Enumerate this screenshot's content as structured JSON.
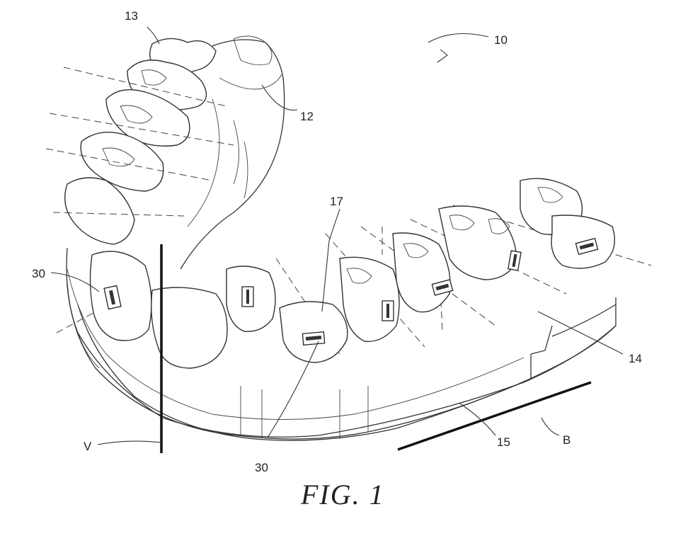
{
  "figure": {
    "caption": "FIG. 1",
    "labels": {
      "ref_10": "10",
      "ref_12": "12",
      "ref_13": "13",
      "ref_14": "14",
      "ref_15": "15",
      "ref_17": "17",
      "ref_30_left": "30",
      "ref_30_bottom": "30",
      "ref_v": "V",
      "ref_b": "B"
    }
  }
}
